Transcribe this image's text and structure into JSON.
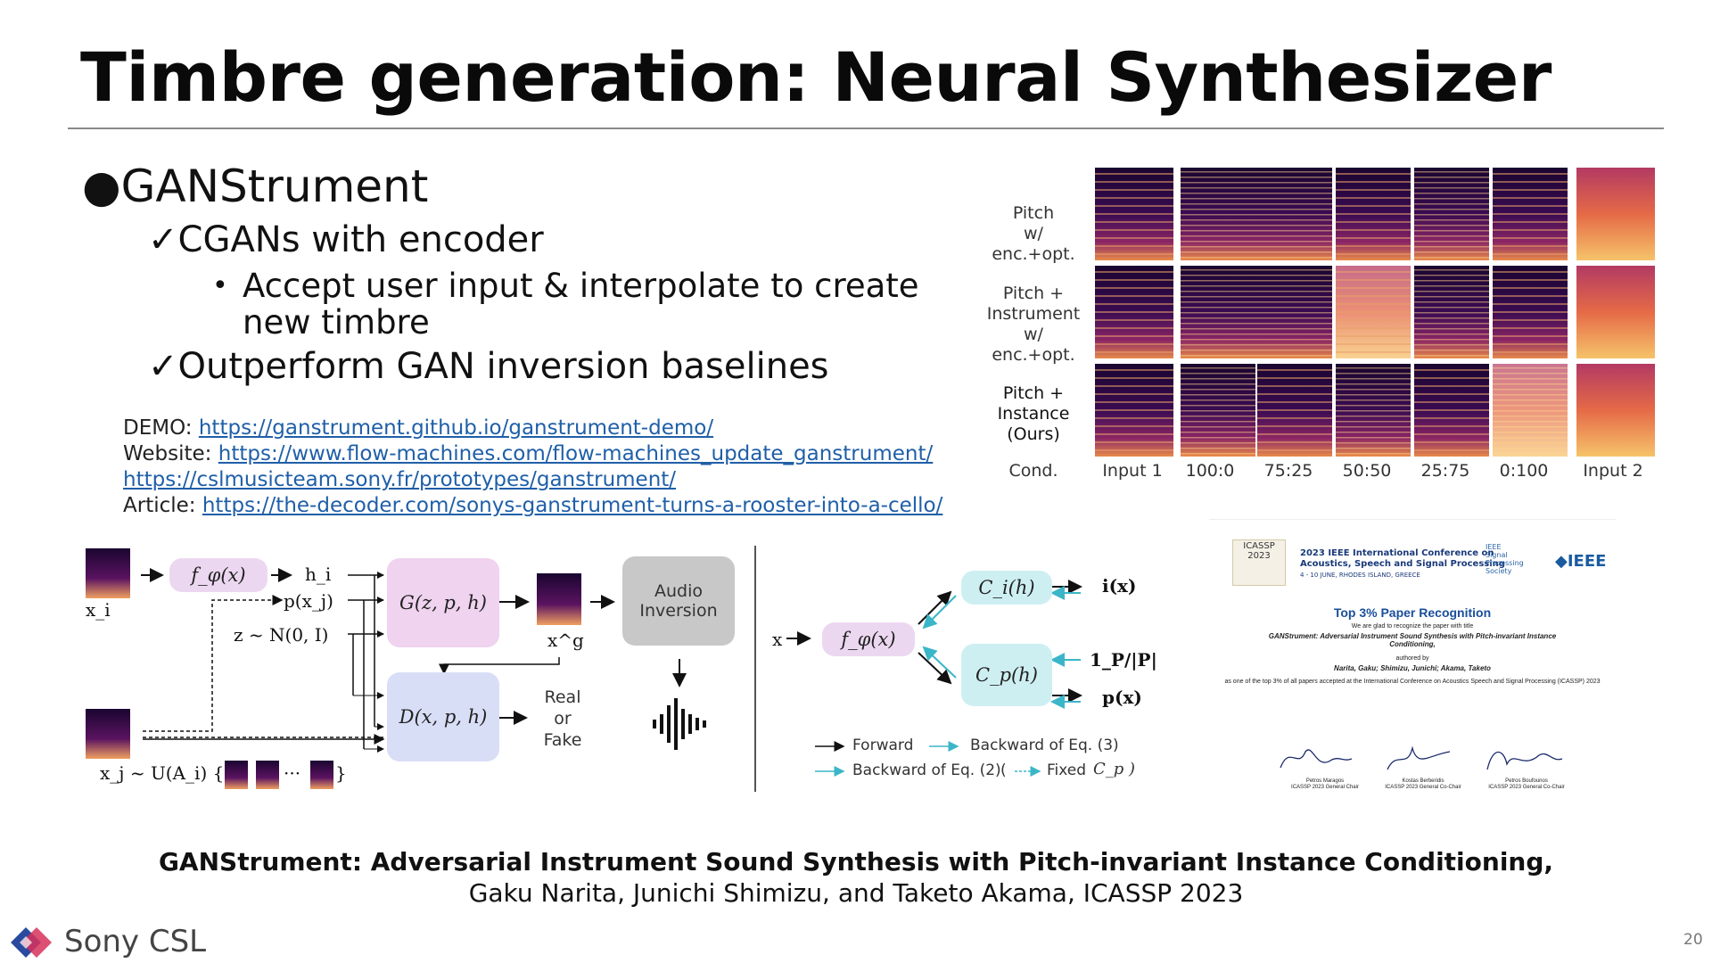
{
  "slide": {
    "title": "Timbre generation: Neural Synthesizer",
    "page_number": "20"
  },
  "bullets": {
    "main": "GANStrument",
    "main_marker": "●",
    "check1": "CGANs with encoder",
    "check1_sub": "Accept user input & interpolate to create new timbre",
    "check2": "Outperform GAN inversion baselines",
    "check_marker": "✓",
    "sub_marker": "•"
  },
  "links": {
    "demo_label": "DEMO:",
    "demo_url": "https://ganstrument.github.io/ganstrument-demo/",
    "website_label": "Website:",
    "website_url": "https://www.flow-machines.com/flow-machines_update_ganstrument/",
    "csl_url": "https://cslmusicteam.sony.fr/prototypes/ganstrument/",
    "article_label": "Article:",
    "article_url": "https://the-decoder.com/sonys-ganstrument-turns-a-rooster-into-a-cello/"
  },
  "spectrogram_figure": {
    "row_labels": [
      "Pitch\nw/ enc.+opt.",
      "Pitch +\nInstrument\nw/ enc.+opt.",
      "Pitch +\nInstance\n(Ours)"
    ],
    "column_labels": [
      "Cond.",
      "Input 1",
      "100:0",
      "75:25",
      "50:50",
      "25:75",
      "0:100",
      "Input 2"
    ]
  },
  "diagram_left": {
    "encoder": "f_φ(x)",
    "xi": "x_i",
    "hi": "h_i",
    "pxj": "p(x_j)",
    "z": "z ~ N(0, I)",
    "generator": "G(z, p, h)",
    "xg": "x^g",
    "audio_inversion": "Audio\nInversion",
    "discriminator": "D(x, p, h)",
    "real_fake": "Real\nor\nFake",
    "xj": "x_j ~ U(A_i) {",
    "ellipsis": "···",
    "close_brace": "}"
  },
  "diagram_right": {
    "x": "x",
    "encoder": "f_φ(x)",
    "ci": "C_i(h)",
    "ix": "i(x)",
    "cp": "C_p(h)",
    "onep": "1_P/|P|",
    "px": "p(x)",
    "legend_forward": "Forward",
    "legend_backward3": "Backward of Eq. (3)",
    "legend_backward2": "Backward of Eq. (2)",
    "legend_fixed_open": "(",
    "legend_fixed": "Fixed",
    "legend_fixed_var": "C_p )"
  },
  "certificate": {
    "icassp": "ICASSP 2023",
    "conference": "2023 IEEE International Conference on\nAcoustics, Speech and Signal Processing",
    "dates": "4 - 10 JUNE, RHODES ISLAND, GREECE",
    "society": "IEEE\nSignal\nProcessing\nSociety",
    "ieee": "◆IEEE",
    "heading": "Top 3% Paper Recognition",
    "intro": "We are glad to recognize the paper with title",
    "paper": "GANStrument: Adversarial Instrument Sound Synthesis with Pitch-invariant Instance Conditioning,",
    "authored_by": "authored by",
    "authors": "Narita, Gaku; Shimizu, Junichi; Akama, Taketo",
    "statement": "as one of the top 3% of all papers accepted at the International Conference on Acoustics Speech and Signal Processing (ICASSP) 2023",
    "sig1": "Petros Maragos\nICASSP 2023 General Chair",
    "sig2": "Kostas Berberidis\nICASSP 2023 General Co-Chair",
    "sig3": "Petros Boufounos\nICASSP 2023 General Co-Chair"
  },
  "caption": {
    "line1": "GANStrument: Adversarial Instrument Sound Synthesis with Pitch-invariant Instance Conditioning,",
    "line2": "Gaku Narita, Junichi Shimizu, and Taketo Akama, ICASSP 2023"
  },
  "footer": {
    "logo_text": "Sony CSL"
  },
  "colors": {
    "link": "#1f5fa8",
    "encoder_box": "#ecd7f0",
    "generator_box": "#efd3ef",
    "discriminator_box": "#d9def7",
    "audio_box": "#c8c8c8",
    "classifier_box": "#cdeff2",
    "cyan_arrow": "#3bb6c8"
  }
}
